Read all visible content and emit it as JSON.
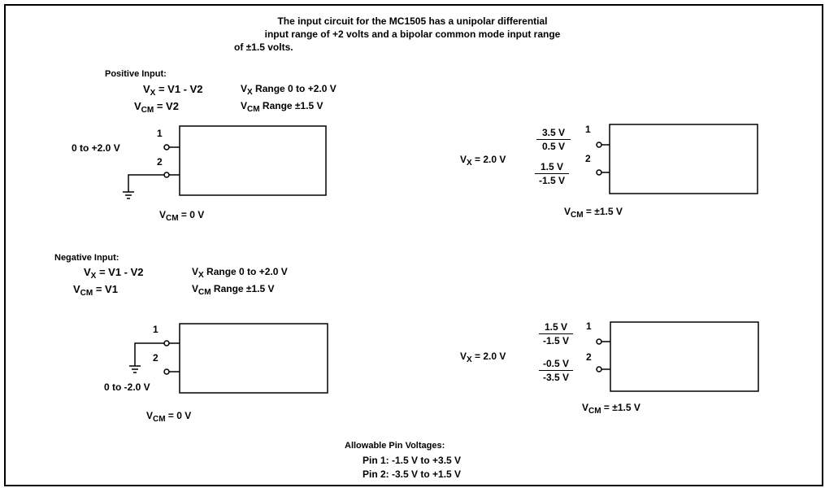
{
  "intro": {
    "line1": "The input circuit for the MC1505 has a unipolar differential",
    "line2": "input range of +2 volts and a bipolar common mode input range",
    "line3": "of ±1.5 volts."
  },
  "positive": {
    "heading": "Positive Input:",
    "vx_sym": "V",
    "vx_sub": "X",
    "vx_eq": " = V1 - V2",
    "vx_range_sub": "X",
    "vx_range": " Range 0 to +2.0 V",
    "vcm_sym": "V",
    "vcm_sub": "CM",
    "vcm_eq": " = V2",
    "vcm_range_sub": "CM",
    "vcm_range": " Range ±1.5 V",
    "left": {
      "pin1": "1",
      "pin2": "2",
      "input": "0 to +2.0 V",
      "vcm_sub": "CM",
      "vcm": " = 0 V"
    },
    "right": {
      "vx_sub": "X",
      "vx": " = 2.0 V",
      "pin1": "1",
      "pin2": "2",
      "p1_top": "3.5 V",
      "p1_bot": "0.5 V",
      "p2_top": "1.5 V",
      "p2_bot": "-1.5 V",
      "vcm_sub": "CM",
      "vcm": " = ±1.5 V"
    }
  },
  "negative": {
    "heading": "Negative Input:",
    "vx_sub": "X",
    "vx_eq": " = V1 - V2",
    "vx_range_sub": "X",
    "vx_range": " Range 0 to +2.0 V",
    "vcm_sub": "CM",
    "vcm_eq": " = V1",
    "vcm_range_sub": "CM",
    "vcm_range": " Range ±1.5 V",
    "left": {
      "pin1": "1",
      "pin2": "2",
      "input": "0 to -2.0 V",
      "vcm_sub": "CM",
      "vcm": " = 0 V"
    },
    "right": {
      "vx_sub": "X",
      "vx": " = 2.0 V",
      "pin1": "1",
      "pin2": "2",
      "p1_top": "1.5 V",
      "p1_bot": "-1.5 V",
      "p2_top": "-0.5 V",
      "p2_bot": "-3.5 V",
      "vcm_sub": "CM",
      "vcm": " = ±1.5 V"
    }
  },
  "allowable": {
    "heading": "Allowable Pin Voltages:",
    "pin1": "Pin 1:  -1.5 V to +3.5 V",
    "pin2": "Pin 2:  -3.5 V to +1.5 V"
  }
}
